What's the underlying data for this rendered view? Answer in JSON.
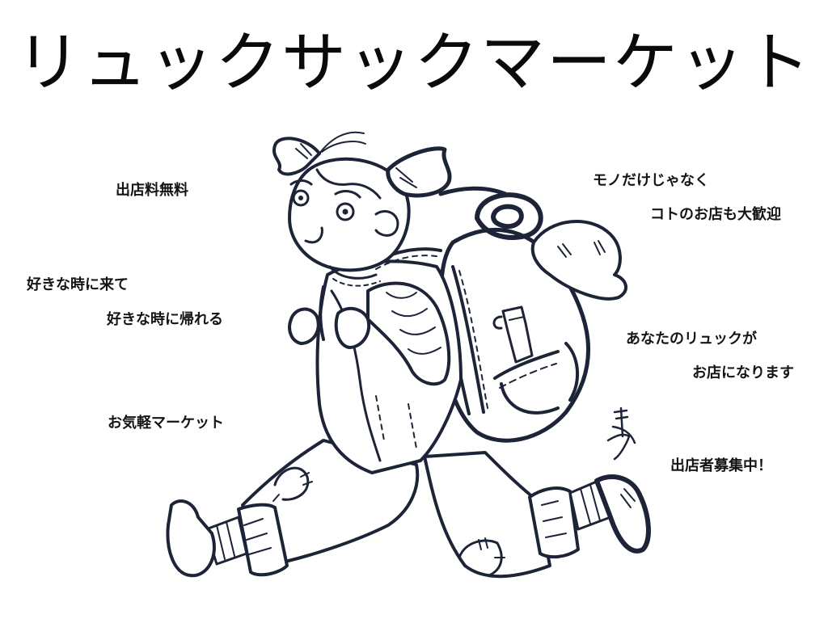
{
  "poster": {
    "title": "リュックサックマーケット",
    "ink_color": "#1d2437",
    "background_color": "#ffffff",
    "left_captions": [
      {
        "text": "出店料無料"
      },
      {
        "text": "好きな時に来て"
      },
      {
        "text": "好きな時に帰れる"
      },
      {
        "text": "お気軽マーケット"
      }
    ],
    "right_captions": [
      {
        "text": "モノだけじゃなく"
      },
      {
        "text": "コトのお店も大歓迎"
      },
      {
        "text": "あなたのリュックが"
      },
      {
        "text": "お店になります"
      },
      {
        "text": "出店者募集中！"
      }
    ],
    "illustration": {
      "subject": "girl-running-with-backpack",
      "signature": "artist-signature"
    }
  }
}
